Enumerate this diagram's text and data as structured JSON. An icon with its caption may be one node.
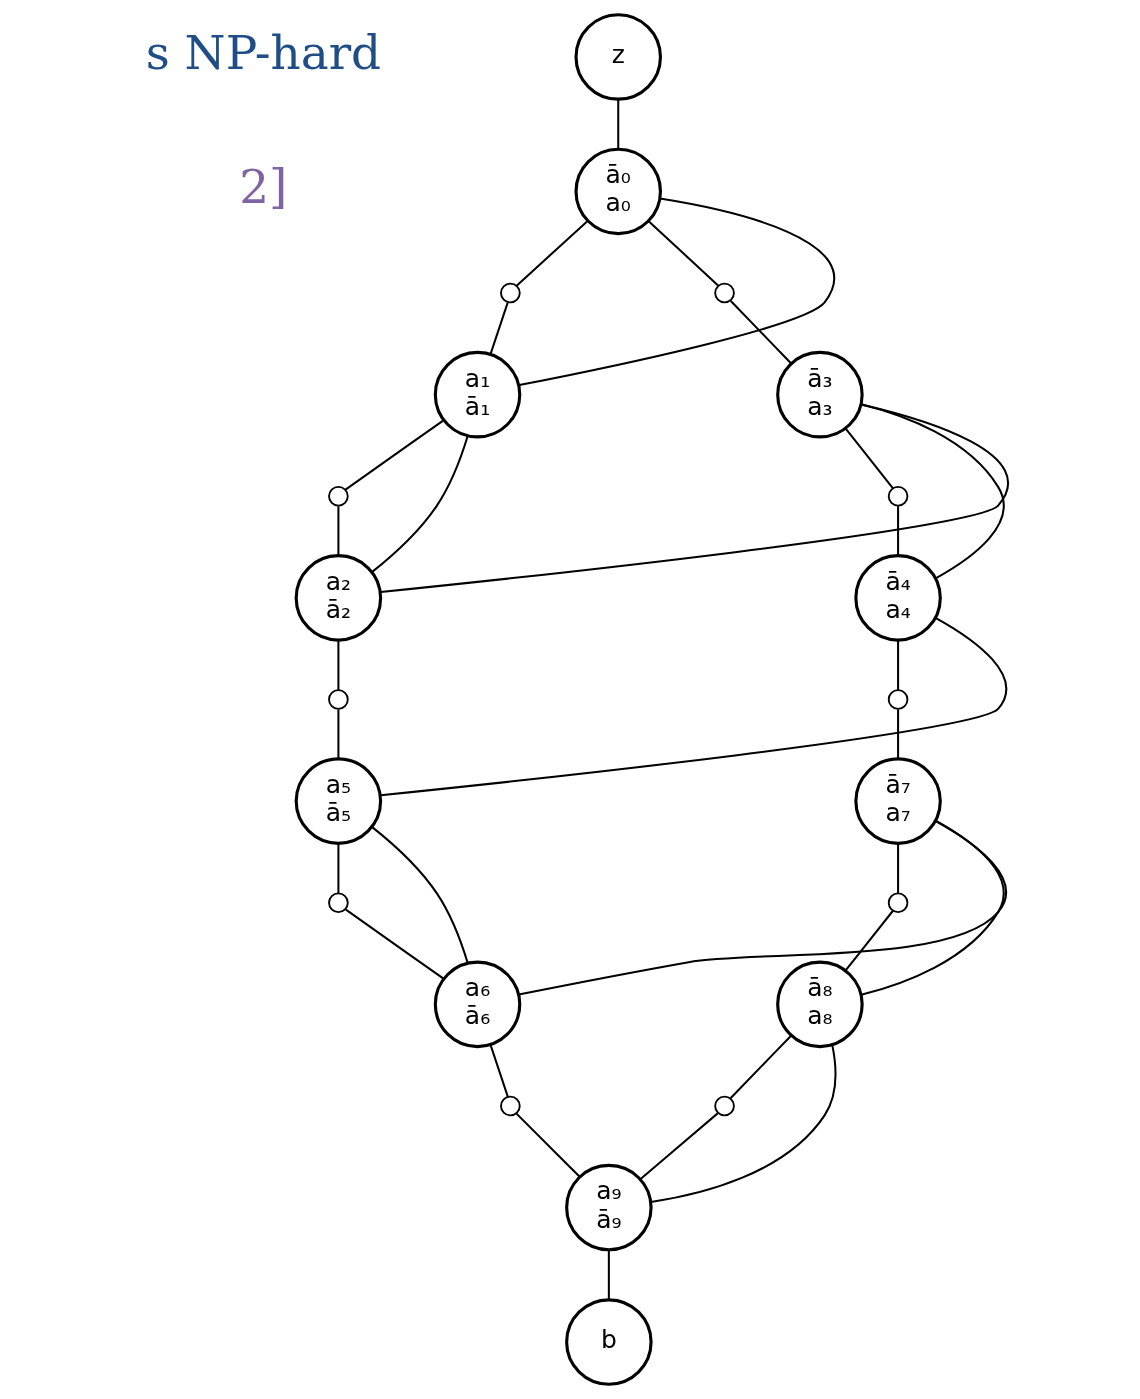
{
  "diagram": {
    "nodes": [
      {
        "text": [
          "z"
        ]
      },
      {
        "text": [
          "ā₀",
          "a₀"
        ]
      },
      {
        "text": [],
        "shape": "circle"
      },
      {
        "text": [],
        "shape": "circle"
      },
      {
        "text": [
          "a₁",
          "ā₁"
        ]
      },
      {
        "text": [
          "ā₃",
          "a₃"
        ]
      },
      {
        "text": [],
        "shape": "circle"
      },
      {
        "text": [],
        "shape": "circle"
      },
      {
        "text": [
          "a₂",
          "ā₂"
        ]
      },
      {
        "text": [
          "ā₄",
          "a₄"
        ]
      },
      {
        "text": [],
        "shape": "circle"
      },
      {
        "text": [],
        "shape": "circle"
      },
      {
        "text": [
          "a₅",
          "ā₅"
        ]
      },
      {
        "text": [
          "ā₇",
          "a₇"
        ]
      },
      {
        "text": [],
        "shape": "circle"
      },
      {
        "text": [],
        "shape": "circle"
      },
      {
        "text": [
          "a₆",
          "ā₆"
        ]
      },
      {
        "text": [
          "ā₈",
          "a₈"
        ]
      },
      {
        "text": [],
        "shape": "circle"
      },
      {
        "text": [],
        "shape": "circle"
      },
      {
        "text": [
          "a₉",
          "ā₉"
        ]
      },
      {
        "text": [
          "b"
        ]
      }
    ],
    "edges": [
      {
        "from": 0,
        "to": 1,
        "arrow": "none"
      },
      {
        "from": 1,
        "to": 2,
        "arrow": "none"
      },
      {
        "from": 2,
        "to": 4,
        "arrow": "none"
      },
      {
        "from": 1,
        "to": 3,
        "arrow": "none"
      },
      {
        "from": 3,
        "to": 5,
        "arrow": "none"
      },
      {
        "from": 4,
        "to": 6,
        "arrow": "none"
      },
      {
        "from": 6,
        "to": 8,
        "arrow": "none"
      },
      {
        "from": 5,
        "to": 7,
        "arrow": "none"
      },
      {
        "from": 7,
        "to": 9,
        "arrow": "none"
      },
      {
        "from": 8,
        "to": 10,
        "arrow": "none"
      },
      {
        "from": 10,
        "to": 12,
        "arrow": "none"
      },
      {
        "from": 9,
        "to": 11,
        "arrow": "none"
      },
      {
        "from": 11,
        "to": 13,
        "arrow": "none"
      },
      {
        "from": 12,
        "to": 14,
        "arrow": "none"
      },
      {
        "from": 14,
        "to": 16,
        "arrow": "none"
      },
      {
        "from": 13,
        "to": 15,
        "arrow": "none"
      },
      {
        "from": 15,
        "to": 17,
        "arrow": "none"
      },
      {
        "from": 16,
        "to": 18,
        "arrow": "none"
      },
      {
        "from": 18,
        "to": 20,
        "arrow": "none"
      },
      {
        "from": 17,
        "to": 19,
        "arrow": "none"
      },
      {
        "from": 19,
        "to": 20,
        "arrow": "none"
      },
      {
        "from": 20,
        "to": 21,
        "arrow": "none"
      },
      {
        "from": 1,
        "to": 4,
        "arrow": "none"
      },
      {
        "from": 4,
        "to": 8,
        "arrow": "none"
      },
      {
        "from": 8,
        "to": 5,
        "arrow": "none"
      },
      {
        "from": 5,
        "to": 9,
        "arrow": "none"
      },
      {
        "from": 9,
        "to": 12,
        "arrow": "none"
      },
      {
        "from": 12,
        "to": 16,
        "arrow": "none"
      },
      {
        "from": 16,
        "to": 13,
        "arrow": "none"
      },
      {
        "from": 13,
        "to": 17,
        "arrow": "none"
      },
      {
        "from": 17,
        "to": 20,
        "arrow": "none"
      }
    ],
    "labels": [
      "s NP-hard",
      "2]"
    ]
  }
}
